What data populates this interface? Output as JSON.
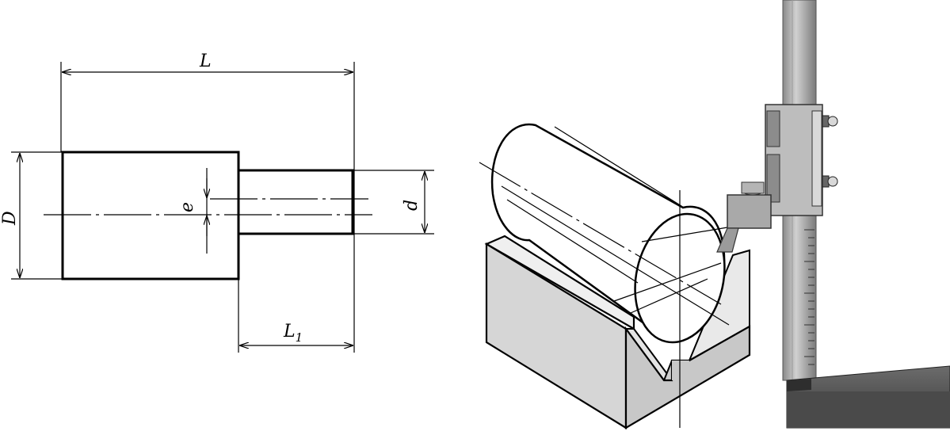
{
  "drawing": {
    "labels": {
      "L": "L",
      "D": "D",
      "e": "e",
      "d": "d",
      "L1_main": "L",
      "L1_sub": "1"
    }
  }
}
